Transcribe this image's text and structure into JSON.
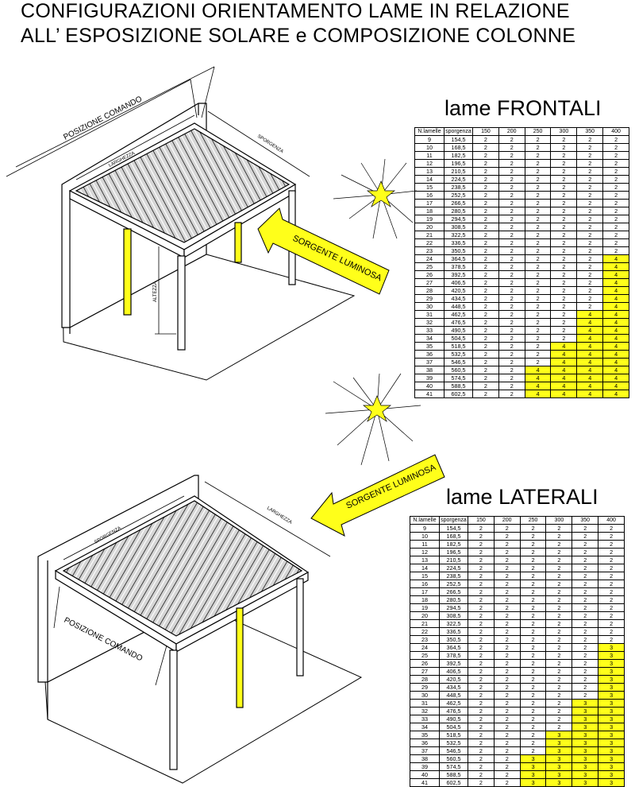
{
  "title": {
    "line1": "CONFIGURAZIONI  ORIENTAMENTO LAME IN RELAZIONE",
    "line2": "ALL’ ESPOSIZIONE SOLARE e COMPOSIZIONE COLONNE"
  },
  "colors": {
    "highlight": "#ffff1a",
    "ink": "#000000"
  },
  "diagram1": {
    "posizione_comando": "POSIZIONE COMANDO",
    "larghezza": "LARGHEZZA",
    "sporgenza": "SPORGENZA",
    "altezza": "ALTEZZA",
    "sorgente": "SORGENTE LUMINOSA"
  },
  "diagram2": {
    "posizione_comando": "POSIZIONE COMANDO",
    "larghezza": "LARGHEZZA",
    "sporgenza": "SPORGENZA",
    "sorgente": "SORGENTE LUMINOSA"
  },
  "table_frontali": {
    "title": "lame FRONTALI",
    "header": [
      "N.lamelle",
      "sporgenza",
      "150",
      "200",
      "250",
      "300",
      "350",
      "400"
    ],
    "rows": [
      [
        "9",
        "154,5",
        "2",
        "2",
        "2",
        "2",
        "2",
        "2"
      ],
      [
        "10",
        "168,5",
        "2",
        "2",
        "2",
        "2",
        "2",
        "2"
      ],
      [
        "11",
        "182,5",
        "2",
        "2",
        "2",
        "2",
        "2",
        "2"
      ],
      [
        "12",
        "196,5",
        "2",
        "2",
        "2",
        "2",
        "2",
        "2"
      ],
      [
        "13",
        "210,5",
        "2",
        "2",
        "2",
        "2",
        "2",
        "2"
      ],
      [
        "14",
        "224,5",
        "2",
        "2",
        "2",
        "2",
        "2",
        "2"
      ],
      [
        "15",
        "238,5",
        "2",
        "2",
        "2",
        "2",
        "2",
        "2"
      ],
      [
        "16",
        "252,5",
        "2",
        "2",
        "2",
        "2",
        "2",
        "2"
      ],
      [
        "17",
        "266,5",
        "2",
        "2",
        "2",
        "2",
        "2",
        "2"
      ],
      [
        "18",
        "280,5",
        "2",
        "2",
        "2",
        "2",
        "2",
        "2"
      ],
      [
        "19",
        "294,5",
        "2",
        "2",
        "2",
        "2",
        "2",
        "2"
      ],
      [
        "20",
        "308,5",
        "2",
        "2",
        "2",
        "2",
        "2",
        "2"
      ],
      [
        "21",
        "322,5",
        "2",
        "2",
        "2",
        "2",
        "2",
        "2"
      ],
      [
        "22",
        "336,5",
        "2",
        "2",
        "2",
        "2",
        "2",
        "2"
      ],
      [
        "23",
        "350,5",
        "2",
        "2",
        "2",
        "2",
        "2",
        "2"
      ],
      [
        "24",
        "364,5",
        "2",
        "2",
        "2",
        "2",
        "2",
        "4"
      ],
      [
        "25",
        "378,5",
        "2",
        "2",
        "2",
        "2",
        "2",
        "4"
      ],
      [
        "26",
        "392,5",
        "2",
        "2",
        "2",
        "2",
        "2",
        "4"
      ],
      [
        "27",
        "406,5",
        "2",
        "2",
        "2",
        "2",
        "2",
        "4"
      ],
      [
        "28",
        "420,5",
        "2",
        "2",
        "2",
        "2",
        "2",
        "4"
      ],
      [
        "29",
        "434,5",
        "2",
        "2",
        "2",
        "2",
        "2",
        "4"
      ],
      [
        "30",
        "448,5",
        "2",
        "2",
        "2",
        "2",
        "2",
        "4"
      ],
      [
        "31",
        "462,5",
        "2",
        "2",
        "2",
        "2",
        "4",
        "4"
      ],
      [
        "32",
        "476,5",
        "2",
        "2",
        "2",
        "2",
        "4",
        "4"
      ],
      [
        "33",
        "490,5",
        "2",
        "2",
        "2",
        "2",
        "4",
        "4"
      ],
      [
        "34",
        "504,5",
        "2",
        "2",
        "2",
        "2",
        "4",
        "4"
      ],
      [
        "35",
        "518,5",
        "2",
        "2",
        "2",
        "4",
        "4",
        "4"
      ],
      [
        "36",
        "532,5",
        "2",
        "2",
        "2",
        "4",
        "4",
        "4"
      ],
      [
        "37",
        "546,5",
        "2",
        "2",
        "2",
        "4",
        "4",
        "4"
      ],
      [
        "38",
        "560,5",
        "2",
        "2",
        "4",
        "4",
        "4",
        "4"
      ],
      [
        "39",
        "574,5",
        "2",
        "2",
        "4",
        "4",
        "4",
        "4"
      ],
      [
        "40",
        "588,5",
        "2",
        "2",
        "4",
        "4",
        "4",
        "4"
      ],
      [
        "41",
        "602,5",
        "2",
        "2",
        "4",
        "4",
        "4",
        "4"
      ]
    ]
  },
  "table_laterali": {
    "title": "lame LATERALI",
    "header": [
      "N.lamelle",
      "sporgenza",
      "150",
      "200",
      "250",
      "300",
      "350",
      "400"
    ],
    "rows": [
      [
        "9",
        "154,5",
        "2",
        "2",
        "2",
        "2",
        "2",
        "2"
      ],
      [
        "10",
        "168,5",
        "2",
        "2",
        "2",
        "2",
        "2",
        "2"
      ],
      [
        "11",
        "182,5",
        "2",
        "2",
        "2",
        "2",
        "2",
        "2"
      ],
      [
        "12",
        "196,5",
        "2",
        "2",
        "2",
        "2",
        "2",
        "2"
      ],
      [
        "13",
        "210,5",
        "2",
        "2",
        "2",
        "2",
        "2",
        "2"
      ],
      [
        "14",
        "224,5",
        "2",
        "2",
        "2",
        "2",
        "2",
        "2"
      ],
      [
        "15",
        "238,5",
        "2",
        "2",
        "2",
        "2",
        "2",
        "2"
      ],
      [
        "16",
        "252,5",
        "2",
        "2",
        "2",
        "2",
        "2",
        "2"
      ],
      [
        "17",
        "266,5",
        "2",
        "2",
        "2",
        "2",
        "2",
        "2"
      ],
      [
        "18",
        "280,5",
        "2",
        "2",
        "2",
        "2",
        "2",
        "2"
      ],
      [
        "19",
        "294,5",
        "2",
        "2",
        "2",
        "2",
        "2",
        "2"
      ],
      [
        "20",
        "308,5",
        "2",
        "2",
        "2",
        "2",
        "2",
        "2"
      ],
      [
        "21",
        "322,5",
        "2",
        "2",
        "2",
        "2",
        "2",
        "2"
      ],
      [
        "22",
        "336,5",
        "2",
        "2",
        "2",
        "2",
        "2",
        "2"
      ],
      [
        "23",
        "350,5",
        "2",
        "2",
        "2",
        "2",
        "2",
        "2"
      ],
      [
        "24",
        "364,5",
        "2",
        "2",
        "2",
        "2",
        "2",
        "3"
      ],
      [
        "25",
        "378,5",
        "2",
        "2",
        "2",
        "2",
        "2",
        "3"
      ],
      [
        "26",
        "392,5",
        "2",
        "2",
        "2",
        "2",
        "2",
        "3"
      ],
      [
        "27",
        "406,5",
        "2",
        "2",
        "2",
        "2",
        "2",
        "3"
      ],
      [
        "28",
        "420,5",
        "2",
        "2",
        "2",
        "2",
        "2",
        "3"
      ],
      [
        "29",
        "434,5",
        "2",
        "2",
        "2",
        "2",
        "2",
        "3"
      ],
      [
        "30",
        "448,5",
        "2",
        "2",
        "2",
        "2",
        "2",
        "3"
      ],
      [
        "31",
        "462,5",
        "2",
        "2",
        "2",
        "2",
        "3",
        "3"
      ],
      [
        "32",
        "476,5",
        "2",
        "2",
        "2",
        "2",
        "3",
        "3"
      ],
      [
        "33",
        "490,5",
        "2",
        "2",
        "2",
        "2",
        "3",
        "3"
      ],
      [
        "34",
        "504,5",
        "2",
        "2",
        "2",
        "2",
        "3",
        "3"
      ],
      [
        "35",
        "518,5",
        "2",
        "2",
        "2",
        "3",
        "3",
        "3"
      ],
      [
        "36",
        "532,5",
        "2",
        "2",
        "2",
        "3",
        "3",
        "3"
      ],
      [
        "37",
        "546,5",
        "2",
        "2",
        "2",
        "3",
        "3",
        "3"
      ],
      [
        "38",
        "560,5",
        "2",
        "2",
        "3",
        "3",
        "3",
        "3"
      ],
      [
        "39",
        "574,5",
        "2",
        "2",
        "3",
        "3",
        "3",
        "3"
      ],
      [
        "40",
        "588,5",
        "2",
        "2",
        "3",
        "3",
        "3",
        "3"
      ],
      [
        "41",
        "602,5",
        "2",
        "2",
        "3",
        "3",
        "3",
        "3"
      ]
    ]
  }
}
